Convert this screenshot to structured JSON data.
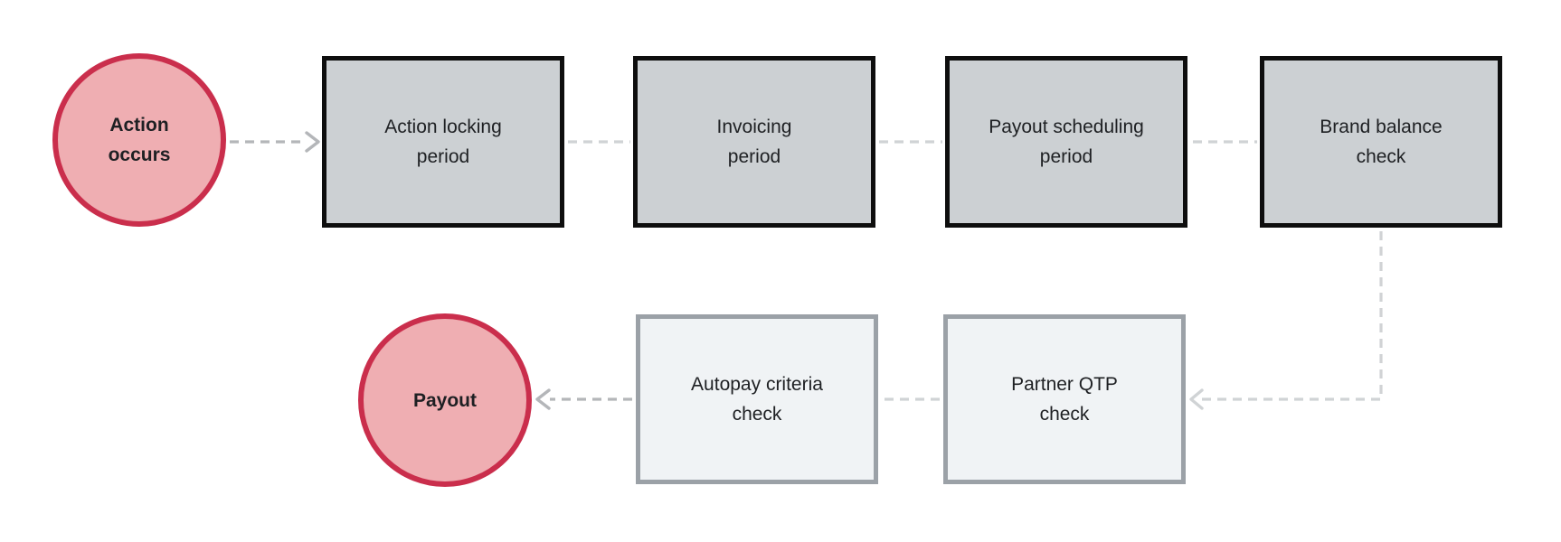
{
  "diagram": {
    "nodes": {
      "action_occurs": "Action\noccurs",
      "action_locking": "Action locking\nperiod",
      "invoicing": "Invoicing\nperiod",
      "payout_scheduling": "Payout scheduling\nperiod",
      "brand_balance": "Brand balance\ncheck",
      "partner_qtp": "Partner QTP\ncheck",
      "autopay_criteria": "Autopay criteria\ncheck",
      "payout": "Payout"
    },
    "flow": [
      {
        "from": "action_occurs",
        "to": "action_locking",
        "arrow": true
      },
      {
        "from": "action_locking",
        "to": "invoicing",
        "arrow": false
      },
      {
        "from": "invoicing",
        "to": "payout_scheduling",
        "arrow": false
      },
      {
        "from": "payout_scheduling",
        "to": "brand_balance",
        "arrow": false
      },
      {
        "from": "brand_balance",
        "to": "partner_qtp",
        "arrow": true
      },
      {
        "from": "partner_qtp",
        "to": "autopay_criteria",
        "arrow": false
      },
      {
        "from": "autopay_criteria",
        "to": "payout",
        "arrow": true
      }
    ],
    "colors": {
      "circle_fill": "#efaeb2",
      "circle_border": "#ca2e4c",
      "stage_box_fill": "#ccd0d3",
      "stage_box_border": "#0e0e0e",
      "check_box_fill": "#f0f3f5",
      "check_box_border": "#9ba1a7",
      "connector": "#d0d3d5",
      "connector_strong": "#b4b6b9",
      "text": "#1e2023"
    }
  }
}
